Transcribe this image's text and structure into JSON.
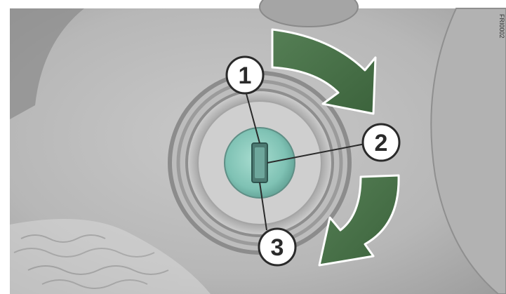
{
  "figure": {
    "callouts": [
      {
        "label": "1"
      },
      {
        "label": "2"
      },
      {
        "label": "3"
      }
    ],
    "side_code": "FRI0002",
    "arrow_color": "#456f45",
    "cap_color": "#7fc2b4"
  }
}
